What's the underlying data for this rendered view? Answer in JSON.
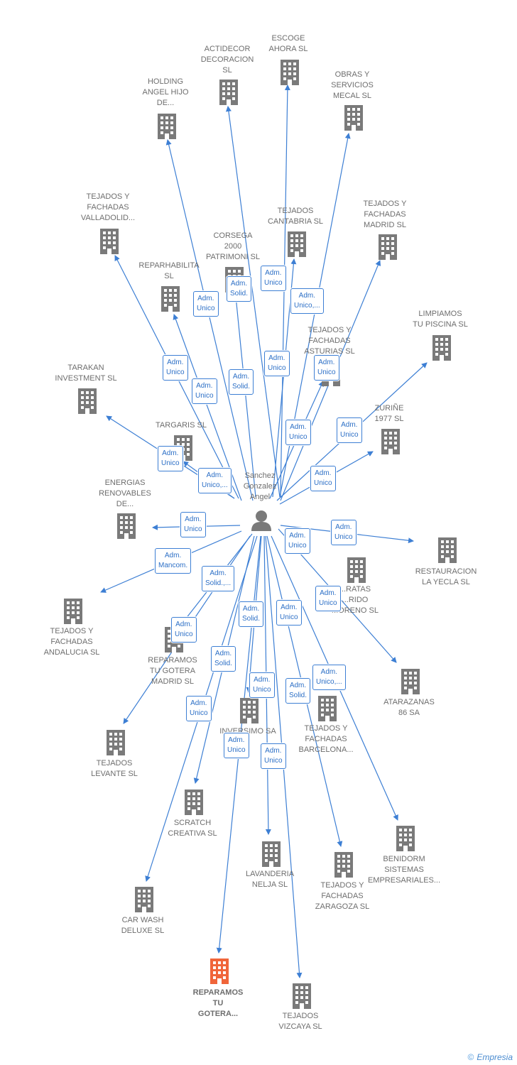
{
  "center": {
    "label": "Sanchez\nGonzalez\nAngel",
    "icon": "person-icon"
  },
  "colors": {
    "edge": "#3d7fd4",
    "company": "#7a7a7a",
    "highlight": "#f0653a",
    "person": "#7a7a7a"
  },
  "companies": [
    {
      "label": "ACTIDECOR\nDECORACION\nSL"
    },
    {
      "label": "ESCOGE\nAHORA  SL"
    },
    {
      "label": "HOLDING\nANGEL HIJO\nDE..."
    },
    {
      "label": "OBRAS Y\nSERVICIOS\nMECAL SL"
    },
    {
      "label": "TEJADOS Y\nFACHADAS\nVALLADOLID..."
    },
    {
      "label": "TEJADOS\nCANTABRIA  SL"
    },
    {
      "label": "TEJADOS Y\nFACHADAS\nMADRID  SL"
    },
    {
      "label": "CORSEGA\n2000\nPATRIMONI  SL"
    },
    {
      "label": "REPARHABILITA\nSL"
    },
    {
      "label": "LIMPIAMOS\nTU PISCINA  SL"
    },
    {
      "label": "TEJADOS Y\nFACHADAS\nASTURIAS  SL"
    },
    {
      "label": "TARAKAN\nINVESTMENT SL"
    },
    {
      "label": "ZURIÑE\n1977  SL"
    },
    {
      "label": "TARGARIS  SL"
    },
    {
      "label": "ENERGIAS\nRENOVABLES\nDE..."
    },
    {
      "label": "RESTAURACION\nLA YECLA  SL"
    },
    {
      "label": "...RATAS\n...RIDO\nMORENO SL"
    },
    {
      "label": "TEJADOS Y\nFACHADAS\nANDALUCIA  SL"
    },
    {
      "label": "REPARAMOS\nTU GOTERA\nMADRID  SL"
    },
    {
      "label": "ATARAZANAS\n86 SA"
    },
    {
      "label": "INVERSIMO SA"
    },
    {
      "label": "TEJADOS Y\nFACHADAS\nBARCELONA..."
    },
    {
      "label": "TEJADOS\nLEVANTE  SL"
    },
    {
      "label": "SCRATCH\nCREATIVA SL"
    },
    {
      "label": "BENIDORM\nSISTEMAS\nEMPRESARIALES..."
    },
    {
      "label": "LAVANDERIA\nNELJA SL"
    },
    {
      "label": "TEJADOS Y\nFACHADAS\nZARAGOZA  SL"
    },
    {
      "label": "CAR WASH\nDELUXE SL"
    },
    {
      "label": "REPARAMOS\nTU\nGOTERA...",
      "highlight": true
    },
    {
      "label": "TEJADOS\nVIZCAYA  SL"
    }
  ],
  "roles": [
    "Adm.\nUnico",
    "Adm.\nSolid.",
    "Adm.\nUnico",
    "Adm.\nUnico,...",
    "Adm.\nUnico",
    "Adm.\nUnico",
    "Adm.\nSolid.",
    "Adm.\nUnico",
    "Adm.\nUnico",
    "Adm.\nUnico",
    "Adm.\nUnico",
    "Adm.\nUnico",
    "Adm.\nUnico,...",
    "Adm.\nUnico",
    "Adm.\nUnico",
    "Adm.\nUnico",
    "Adm.\nUnico",
    "Adm.\nMancom.",
    "Adm.\nUnico",
    "Adm.\nSolid.,...",
    "Adm.\nUnico",
    "Adm.\nSolid.",
    "Adm.\nUnico",
    "Adm.\nSolid.",
    "Adm.\nUnico,...",
    "Adm.\nUnico",
    "Adm.\nSolid.",
    "Adm.\nUnico",
    "Adm.\nUnico",
    "Adm.\nUnico",
    "Adm.\nUnico,..."
  ],
  "watermark": {
    "symbol": "©",
    "brand": "Empresia"
  }
}
